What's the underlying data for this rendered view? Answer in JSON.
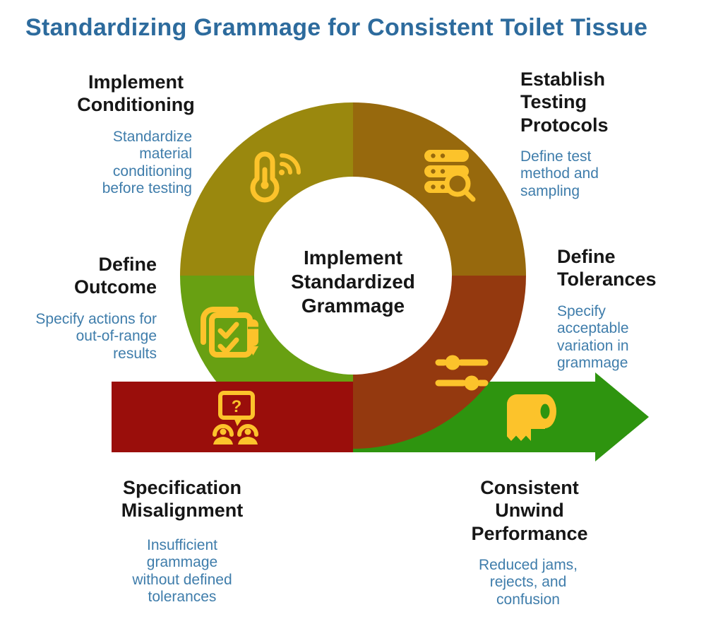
{
  "title": "Standardizing Grammage for Consistent Toilet Tissue",
  "center": {
    "label": "Implement\nStandardized\nGrammage"
  },
  "steps": [
    {
      "id": "specification-misalignment",
      "heading": "Specification\nMisalignment",
      "description": "Insufficient\ngrammage\nwithout defined\ntolerances",
      "icon": "question-discussion-icon",
      "segment_color": "#9A0E0B"
    },
    {
      "id": "define-outcome",
      "heading": "Define\nOutcome",
      "description": "Specify actions for\nout-of-range\nresults",
      "icon": "checklist-pen-icon",
      "segment_color": "#68A012"
    },
    {
      "id": "implement-conditioning",
      "heading": "Implement\nConditioning",
      "description": "Standardize\nmaterial\nconditioning\nbefore testing",
      "icon": "thermometer-signal-icon",
      "segment_color": "#9A880E"
    },
    {
      "id": "establish-testing-protocols",
      "heading": "Establish\nTesting\nProtocols",
      "description": "Define test\nmethod and\nsampling",
      "icon": "server-search-icon",
      "segment_color": "#97690D"
    },
    {
      "id": "define-tolerances",
      "heading": "Define\nTolerances",
      "description": "Specify\nacceptable\nvariation in\ngrammage",
      "icon": "sliders-icon",
      "segment_color": "#94390F"
    },
    {
      "id": "consistent-unwind-performance",
      "heading": "Consistent\nUnwind\nPerformance",
      "description": "Reduced jams,\nrejects, and\nconfusion",
      "icon": "toilet-roll-icon",
      "segment_color": "#2E940F"
    }
  ],
  "icons": {
    "question_mark": "?"
  },
  "colors": {
    "title_blue": "#2D6B9D",
    "text_blue": "#3F7DAB",
    "ink": "#161616",
    "olive": "#9A880E",
    "gold": "#97690D",
    "rust": "#94390F",
    "leaf_green": "#68A012",
    "band_red": "#9A0E0B",
    "arrow_green": "#2E940F",
    "icon_yellow": "#FCC32B"
  }
}
